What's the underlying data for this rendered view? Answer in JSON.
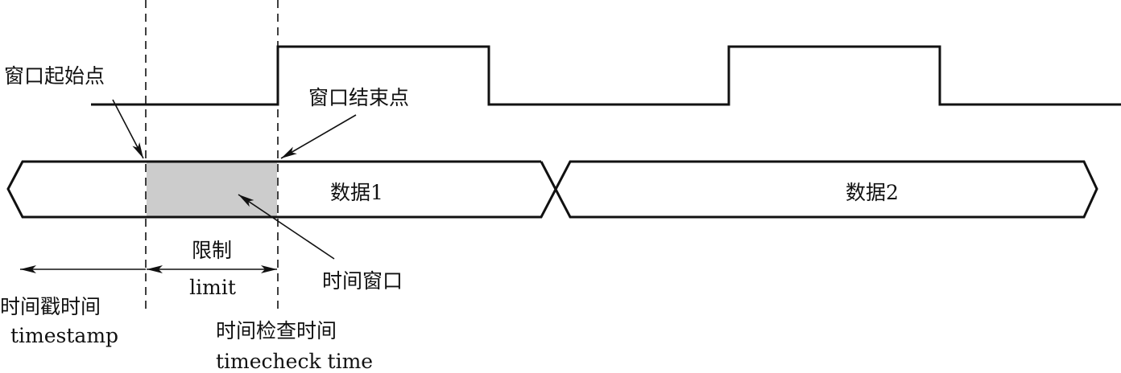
{
  "labels": {
    "window_start": "窗口起始点",
    "window_end": "窗口结束点",
    "data1": "数据1",
    "data2": "数据2",
    "limit_cn": "限制",
    "limit_en": "limit",
    "time_window": "时间窗口",
    "timestamp_cn": "时间戳时间",
    "timestamp_en": "timestamp",
    "timecheck_cn": "时间检查时间",
    "timecheck_en": "timecheck time"
  },
  "colors": {
    "line": "#111111",
    "window_fill": "#cccccc"
  }
}
